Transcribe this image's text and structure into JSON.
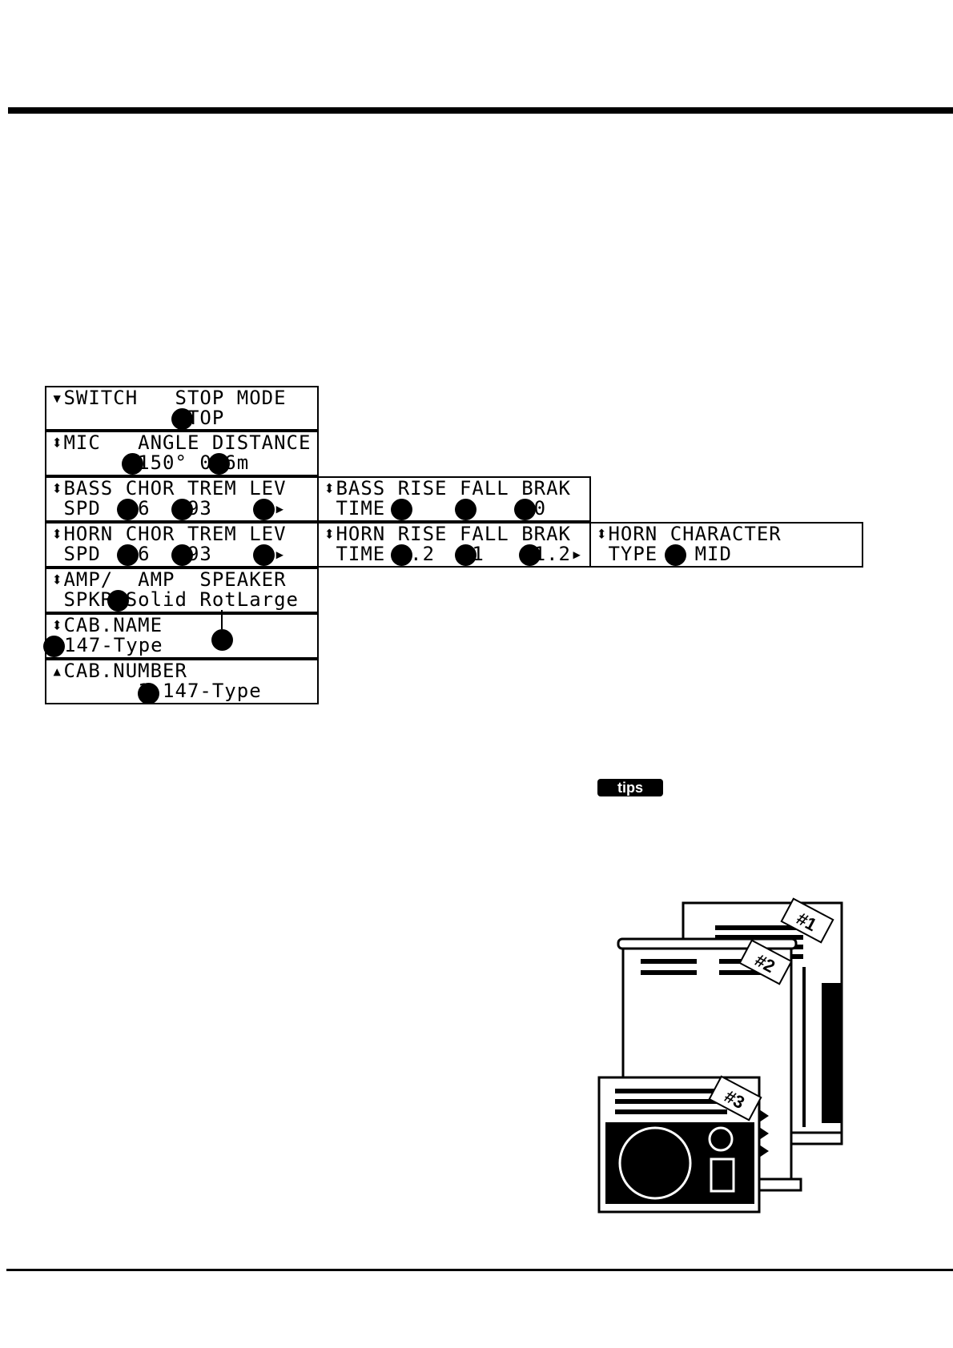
{
  "lcd_screens": {
    "switch": {
      "line1": "▾SWITCH   STOP MODE",
      "line2": "          STOP"
    },
    "mic": {
      "line1": "⬍MIC   ANGLE DISTANCE",
      "line2": "       150° 0.6m"
    },
    "bass_speed": {
      "line1": "⬍BASS CHOR TREM LEV",
      "line2": " SPD  36  393    0▸"
    },
    "bass_time": {
      "line1": "⬍BASS RISE FALL BRAK",
      "line2": " TIME 7    5    10"
    },
    "horn_speed": {
      "line1": "⬍HORN CHOR TREM LEV",
      "line2": " SPD  36  393    0▸"
    },
    "horn_time": {
      "line1": "⬍HORN RISE FALL BRAK",
      "line2": " TIME 2.2   1    1.2▸"
    },
    "horn_character": {
      "line1": "⬍HORN CHARACTER",
      "line2": " TYPE   MID"
    },
    "amp": {
      "line1": "⬍AMP/  AMP  SPEAKER",
      "line2": " SPKR Solid RotLarge"
    },
    "cab_name": {
      "line1": "⬍CAB.NAME",
      "line2": "147-Type"
    },
    "cab_number": {
      "line1": "▴CAB.NUMBER",
      "line2": "       1:147-Type"
    }
  },
  "tips_label": "tips",
  "illustration": {
    "tag1": "#1",
    "tag2": "#2",
    "tag3": "#3"
  }
}
